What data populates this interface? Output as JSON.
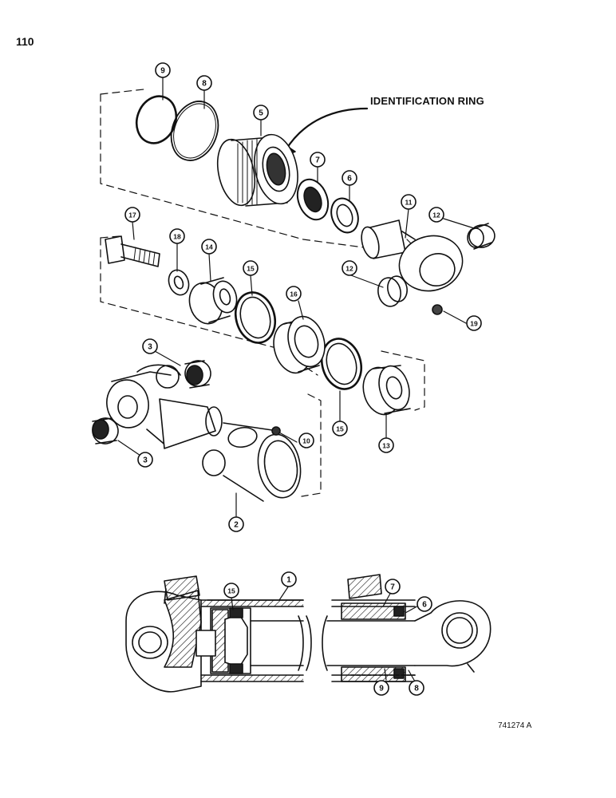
{
  "page_number": "110",
  "identification_label": "IDENTIFICATION RING",
  "figure_number": "741274 A",
  "callouts": [
    "9",
    "8",
    "5",
    "7",
    "6",
    "11",
    "12",
    "17",
    "18",
    "14",
    "15",
    "16",
    "12",
    "19",
    "3",
    "3",
    "10",
    "15",
    "13",
    "2",
    "15",
    "1",
    "7",
    "6",
    "9",
    "8"
  ]
}
